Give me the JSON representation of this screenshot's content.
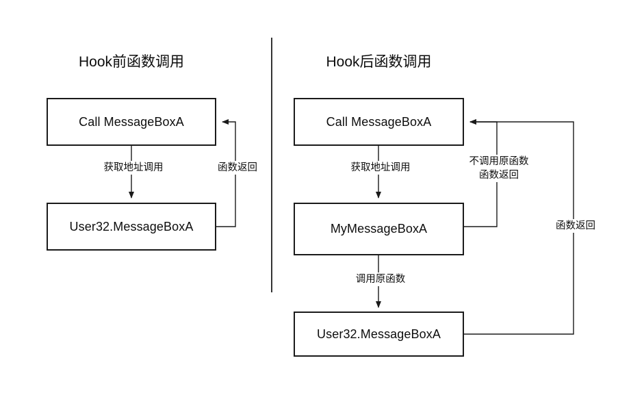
{
  "diagram": {
    "title_left": "Hook前函数调用",
    "title_right": "Hook后函数调用",
    "colors": {
      "stroke": "#1a1a1a",
      "text": "#0d0d0d",
      "background": "#ffffff",
      "divider": "#000000"
    },
    "left_panel": {
      "nodes": [
        {
          "id": "left-call",
          "label": "Call MessageBoxA"
        },
        {
          "id": "left-user32",
          "label": "User32.MessageBoxA"
        }
      ],
      "edge_labels": [
        {
          "id": "left-down",
          "text": "获取地址调用"
        },
        {
          "id": "left-return",
          "text": "函数返回"
        }
      ]
    },
    "right_panel": {
      "nodes": [
        {
          "id": "right-call",
          "label": "Call MessageBoxA"
        },
        {
          "id": "right-my",
          "label": "MyMessageBoxA"
        },
        {
          "id": "right-user32",
          "label": "User32.MessageBoxA"
        }
      ],
      "edge_labels": [
        {
          "id": "right-down-1",
          "text": "获取地址调用"
        },
        {
          "id": "right-noorig",
          "line1": "不调用原函数",
          "line2": "函数返回"
        },
        {
          "id": "right-callorig",
          "text": "调用原函数"
        },
        {
          "id": "right-return-far",
          "text": "函数返回"
        }
      ]
    }
  }
}
